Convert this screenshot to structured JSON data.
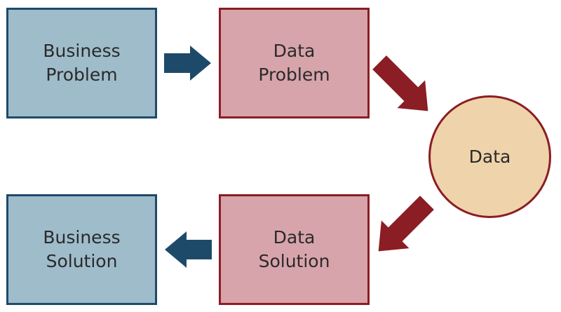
{
  "nodes": {
    "business_problem": {
      "line1": "Business",
      "line2": "Problem"
    },
    "data_problem": {
      "line1": "Data",
      "line2": "Problem"
    },
    "data": {
      "label": "Data"
    },
    "data_solution": {
      "line1": "Data",
      "line2": "Solution"
    },
    "business_solution": {
      "line1": "Business",
      "line2": "Solution"
    }
  },
  "colors": {
    "business_fill": "#9fbccb",
    "business_border": "#1e4a6a",
    "data_fill": "#d8a4ab",
    "data_border": "#8b1d24",
    "circle_fill": "#efd3aa",
    "blue_arrow": "#1e4a6a",
    "red_arrow": "#8b1d24"
  }
}
